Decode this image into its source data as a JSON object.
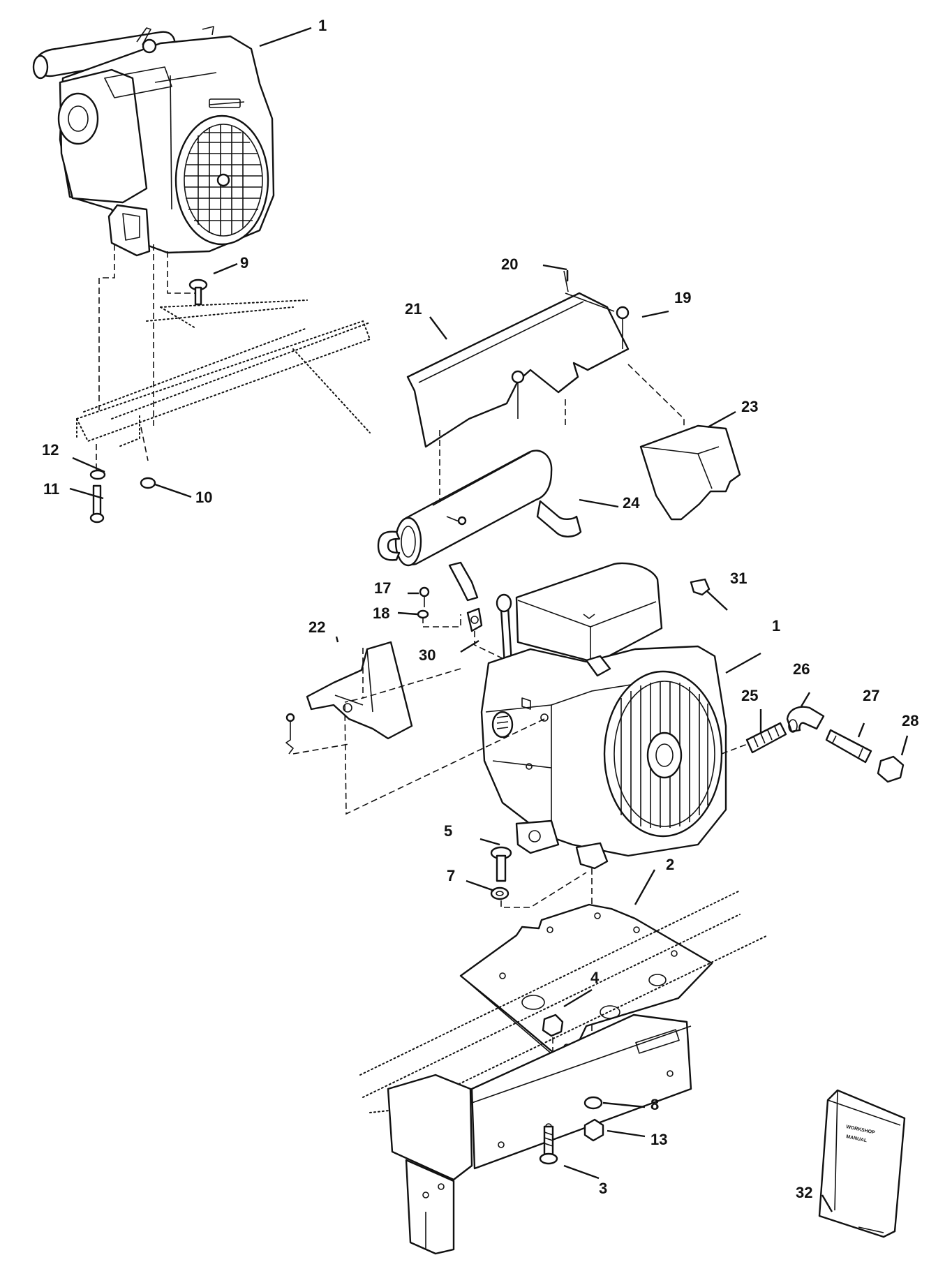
{
  "diagram": {
    "callouts": [
      {
        "id": "c1a",
        "text": "1"
      },
      {
        "id": "c9",
        "text": "9"
      },
      {
        "id": "c12",
        "text": "12"
      },
      {
        "id": "c11",
        "text": "11"
      },
      {
        "id": "c10",
        "text": "10"
      },
      {
        "id": "c20",
        "text": "20"
      },
      {
        "id": "c21",
        "text": "21"
      },
      {
        "id": "c19",
        "text": "19"
      },
      {
        "id": "c23",
        "text": "23"
      },
      {
        "id": "c24",
        "text": "24"
      },
      {
        "id": "c17",
        "text": "17"
      },
      {
        "id": "c18",
        "text": "18"
      },
      {
        "id": "c22",
        "text": "22"
      },
      {
        "id": "c30",
        "text": "30"
      },
      {
        "id": "c31",
        "text": "31"
      },
      {
        "id": "c1b",
        "text": "1"
      },
      {
        "id": "c26",
        "text": "26"
      },
      {
        "id": "c25",
        "text": "25"
      },
      {
        "id": "c27",
        "text": "27"
      },
      {
        "id": "c28",
        "text": "28"
      },
      {
        "id": "c5",
        "text": "5"
      },
      {
        "id": "c7",
        "text": "7"
      },
      {
        "id": "c2",
        "text": "2"
      },
      {
        "id": "c4",
        "text": "4"
      },
      {
        "id": "c8",
        "text": "8"
      },
      {
        "id": "c13",
        "text": "13"
      },
      {
        "id": "c3",
        "text": "3"
      },
      {
        "id": "c32",
        "text": "32"
      }
    ],
    "manual": {
      "line1": "WORKSHOP",
      "line2": "MANUAL"
    }
  }
}
